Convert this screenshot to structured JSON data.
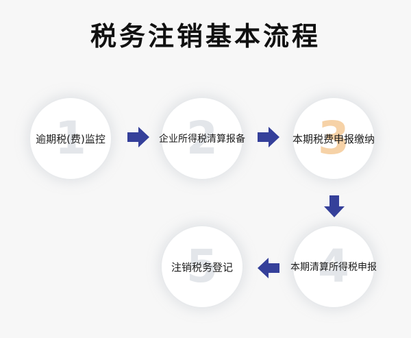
{
  "title": "税务注销基本流程",
  "steps": [
    {
      "number": "1",
      "label": "逾期税(费)监控"
    },
    {
      "number": "2",
      "label": "企业所得税清算报备"
    },
    {
      "number": "3",
      "label": "本期税费申报缴纳"
    },
    {
      "number": "4",
      "label": "本期清算所得税申报"
    },
    {
      "number": "5",
      "label": "注销税务登记"
    }
  ],
  "colors": {
    "arrow": "#35409a",
    "number": "#e3e6ea",
    "number_accent": "#f6d2a7"
  },
  "icons": {
    "arrow_right": "arrow-right-icon",
    "arrow_down": "arrow-down-icon",
    "arrow_left": "arrow-left-icon"
  }
}
